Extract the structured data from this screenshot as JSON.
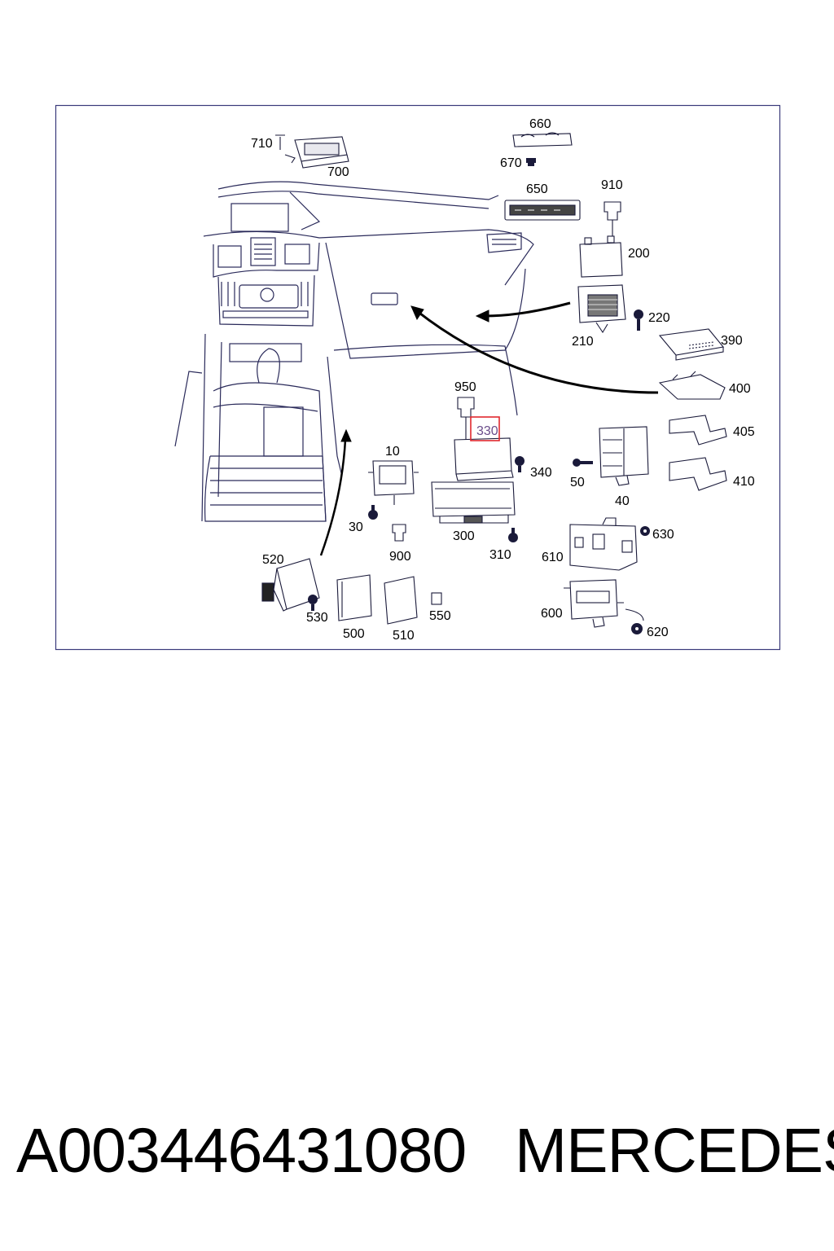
{
  "diagram": {
    "callouts": {
      "c710": "710",
      "c700": "700",
      "c660": "660",
      "c670": "670",
      "c650": "650",
      "c910": "910",
      "c200": "200",
      "c220": "220",
      "c210": "210",
      "c390": "390",
      "c400": "400",
      "c405": "405",
      "c410": "410",
      "c950": "950",
      "c330": "330",
      "c340": "340",
      "c10": "10",
      "c50": "50",
      "c40": "40",
      "c30": "30",
      "c300": "300",
      "c900": "900",
      "c310": "310",
      "c630": "630",
      "c610": "610",
      "c520": "520",
      "c600": "600",
      "c530": "530",
      "c550": "550",
      "c500": "500",
      "c510": "510",
      "c620": "620"
    },
    "highlighted_callout": "330",
    "highlight_color": "#e0282e",
    "frame_color": "#3a3a7a"
  },
  "caption": {
    "part_number": "A003446431080",
    "brand": "MERCEDES"
  }
}
